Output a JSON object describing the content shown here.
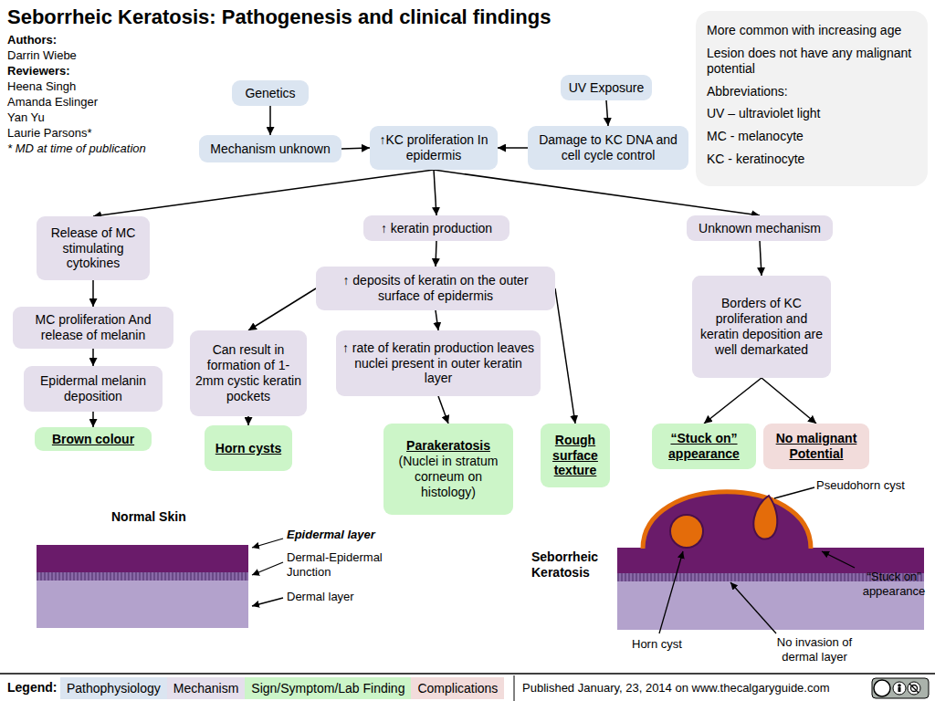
{
  "diagram": {
    "title": "Seborrheic Keratosis: Pathogenesis and clinical findings",
    "nodes": [
      {
        "text": [
          "More common with increasing age",
          "Lesion does not have any malignant potential",
          "Abbreviations:",
          "UV – ultraviolet light",
          "MC - melanocyte",
          "KC - keratinocyte"
        ]
      },
      {
        "text": [
          "Genetics"
        ]
      },
      {
        "text": [
          "Mechanism unknown"
        ]
      },
      {
        "text": [
          "↑KC proliferation In epidermis"
        ]
      },
      {
        "text": [
          "UV Exposure"
        ]
      },
      {
        "text": [
          "Damage to KC DNA and cell cycle control"
        ]
      },
      {
        "text": [
          "Release of MC stimulating cytokines"
        ]
      },
      {
        "text": [
          "↑ keratin production"
        ]
      },
      {
        "text": [
          "Unknown mechanism"
        ]
      },
      {
        "text": [
          "MC proliferation And release of melanin"
        ]
      },
      {
        "text": [
          "↑ deposits of keratin on the outer surface of epidermis"
        ]
      },
      {
        "text": [
          "Borders of KC proliferation and keratin deposition are well demarkated"
        ]
      },
      {
        "text": [
          "Epidermal melanin deposition"
        ]
      },
      {
        "text": [
          "Can result in formation of 1-2mm cystic keratin pockets"
        ]
      },
      {
        "text": [
          "↑ rate of keratin production leaves nuclei present in outer keratin layer"
        ]
      },
      {
        "text": [
          "Brown colour"
        ]
      },
      {
        "text": [
          "Horn cysts"
        ]
      },
      {
        "text": [
          "Parakeratosis",
          "(Nuclei in stratum corneum on histology)"
        ]
      },
      {
        "text": [
          "Rough surface texture"
        ]
      },
      {
        "text": [
          "“Stuck on” appearance"
        ]
      },
      {
        "text": [
          "No malignant Potential"
        ]
      }
    ],
    "edges": [
      {
        "from": 1,
        "to": 2,
        "arrow": "to"
      },
      {
        "from": 2,
        "to": 3,
        "arrow": "to"
      },
      {
        "from": 4,
        "to": 5,
        "arrow": "to"
      },
      {
        "from": 5,
        "to": 3,
        "arrow": "to"
      },
      {
        "from": 3,
        "to": 6,
        "arrow": "to"
      },
      {
        "from": 3,
        "to": 7,
        "arrow": "to"
      },
      {
        "from": 3,
        "to": 8,
        "arrow": "to"
      },
      {
        "from": 6,
        "to": 9,
        "arrow": "to"
      },
      {
        "from": 9,
        "to": 12,
        "arrow": "to"
      },
      {
        "from": 12,
        "to": 15,
        "arrow": "to"
      },
      {
        "from": 7,
        "to": 10,
        "arrow": "to"
      },
      {
        "from": 10,
        "to": 13,
        "arrow": "to"
      },
      {
        "from": 10,
        "to": 14,
        "arrow": "to"
      },
      {
        "from": 10,
        "to": 18,
        "arrow": "to"
      },
      {
        "from": 14,
        "to": 17,
        "arrow": "to"
      },
      {
        "from": 13,
        "to": 16,
        "arrow": "to"
      },
      {
        "from": 8,
        "to": 11,
        "arrow": "to"
      },
      {
        "from": 11,
        "to": 19,
        "arrow": "to"
      },
      {
        "from": 11,
        "to": 20,
        "arrow": "to"
      }
    ],
    "labels": [
      "Authors:",
      "Darrin Wiebe",
      "Reviewers:",
      "Heena Singh",
      "Amanda Eslinger",
      "Yan Yu",
      "Laurie Parsons*",
      "* MD at time of publication",
      "Normal Skin",
      "Epidermal layer",
      "Dermal-Epidermal Junction",
      "Dermal layer",
      "Seborrheic Keratosis",
      "Pseudohorn cyst",
      "“Stuck on” appearance",
      "Horn cyst",
      "No invasion of dermal layer",
      "Legend:",
      "Published January, 23, 2014 on www.thecalgaryguide.com"
    ],
    "legend": [
      {
        "text": "Pathophysiology",
        "color": "#dbe5f1"
      },
      {
        "text": "Mechanism",
        "color": "#e5dfec"
      },
      {
        "text": "Sign/Symptom/Lab Finding",
        "color": "#ccf5c8"
      },
      {
        "text": "Complications",
        "color": "#f2dcdb"
      }
    ]
  }
}
